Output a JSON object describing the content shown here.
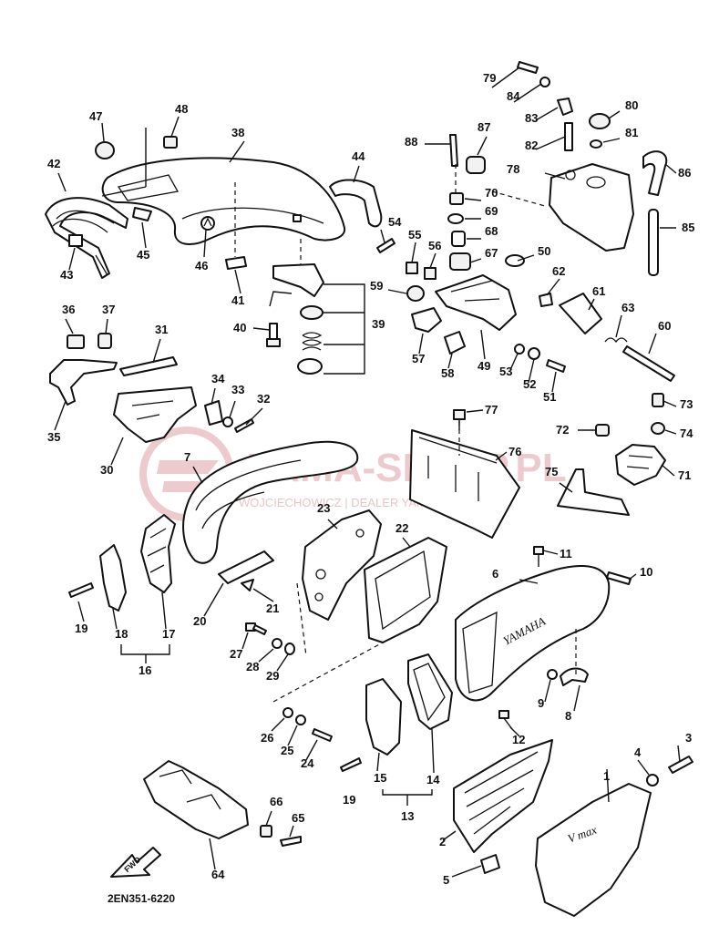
{
  "diagram": {
    "code": "2EN351-6220",
    "forward_label": "FWD",
    "watermark": {
      "title": "YAMA-SKLEP.PL",
      "subtitle": "WOJCIECHOWICZ | DEALER YAMAHA"
    },
    "part_texts": {
      "yamaha": "YAMAHA",
      "vmax": "V max"
    },
    "callouts": [
      "1",
      "2",
      "3",
      "4",
      "5",
      "6",
      "7",
      "8",
      "9",
      "10",
      "11",
      "12",
      "13",
      "14",
      "15",
      "16",
      "17",
      "18",
      "19",
      "20",
      "21",
      "22",
      "23",
      "24",
      "25",
      "26",
      "27",
      "28",
      "29",
      "30",
      "31",
      "32",
      "33",
      "34",
      "35",
      "36",
      "37",
      "38",
      "39",
      "40",
      "41",
      "42",
      "43",
      "44",
      "45",
      "46",
      "47",
      "48",
      "49",
      "50",
      "51",
      "52",
      "53",
      "54",
      "55",
      "56",
      "57",
      "58",
      "59",
      "60",
      "61",
      "62",
      "63",
      "64",
      "65",
      "66",
      "67",
      "68",
      "69",
      "70",
      "71",
      "72",
      "73",
      "74",
      "75",
      "76",
      "77",
      "78",
      "79",
      "80",
      "81",
      "82",
      "83",
      "84",
      "85",
      "86",
      "87",
      "88"
    ]
  }
}
